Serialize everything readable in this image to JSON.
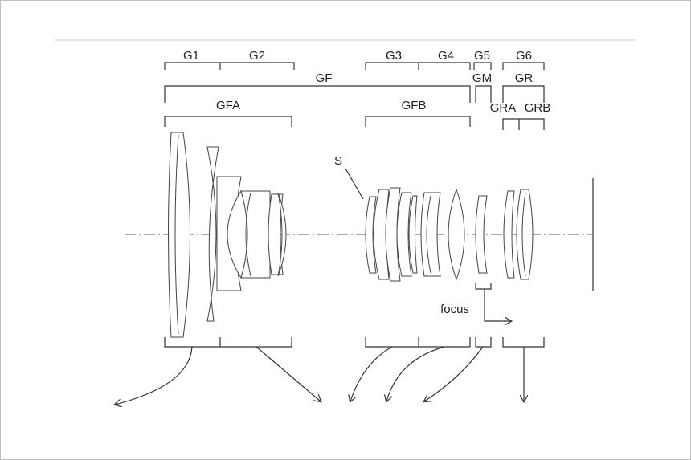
{
  "labels": {
    "G1": "G1",
    "G2": "G2",
    "G3": "G3",
    "G4": "G4",
    "G5": "G5",
    "G6": "G6",
    "GF": "GF",
    "GM": "GM",
    "GR": "GR",
    "GFA": "GFA",
    "GFB": "GFB",
    "GRA": "GRA",
    "GRB": "GRB",
    "S": "S",
    "focus": "focus"
  }
}
